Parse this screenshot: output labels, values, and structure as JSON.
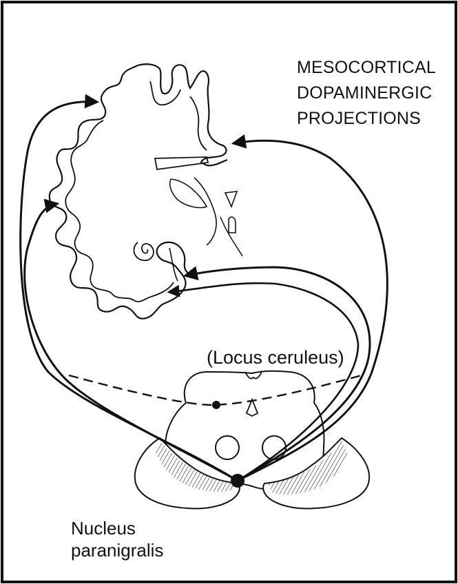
{
  "title": {
    "lines": [
      "MESOCORTICAL",
      "DOPAMINERGIC",
      "PROJECTIONS"
    ]
  },
  "labels": {
    "locus_ceruleus": "(Locus ceruleus)",
    "nucleus_paranigralis": [
      "Nucleus",
      "paranigralis"
    ]
  },
  "colors": {
    "ink": "#111111",
    "background": "#ffffff",
    "border": "#111111"
  }
}
